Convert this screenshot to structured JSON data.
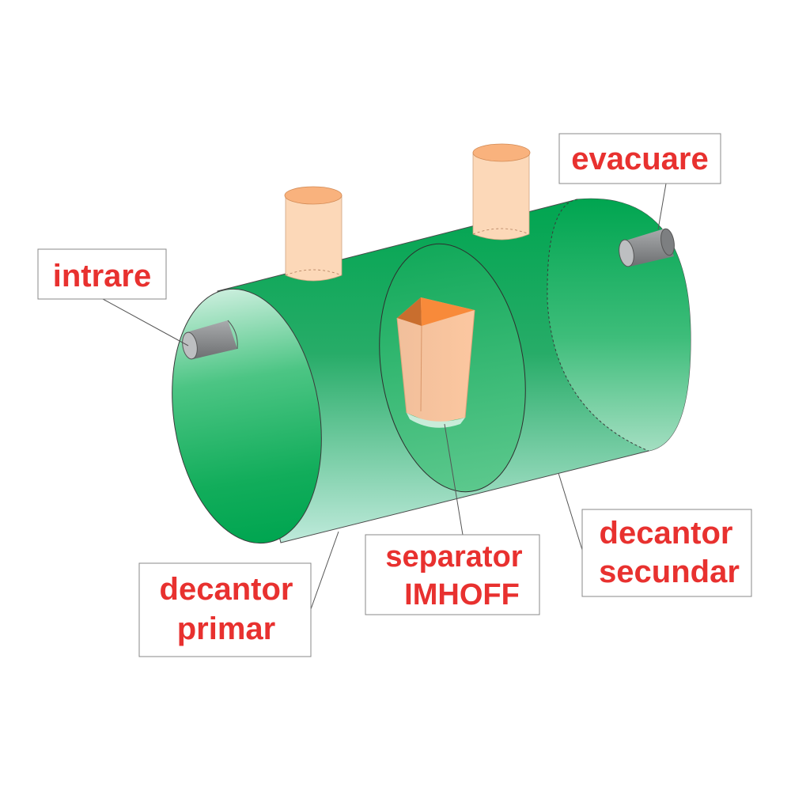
{
  "labels": {
    "intrare": "intrare",
    "evacuare": "evacuare",
    "decantor_primar": [
      "decantor",
      "primar"
    ],
    "separator_imhoff": [
      "separator",
      "IMHOFF"
    ],
    "decantor_secundar": [
      "decantor",
      "secundar"
    ]
  },
  "colors": {
    "label_text": "#e8312f",
    "tank_green": "#00a550",
    "tank_light": "#a8e2c5",
    "riser_fill": "#fcd8b8",
    "riser_top": "#f9b27d",
    "imhoff_orange": "#f88a3a",
    "pipe_gray": "#8a8c8e"
  }
}
